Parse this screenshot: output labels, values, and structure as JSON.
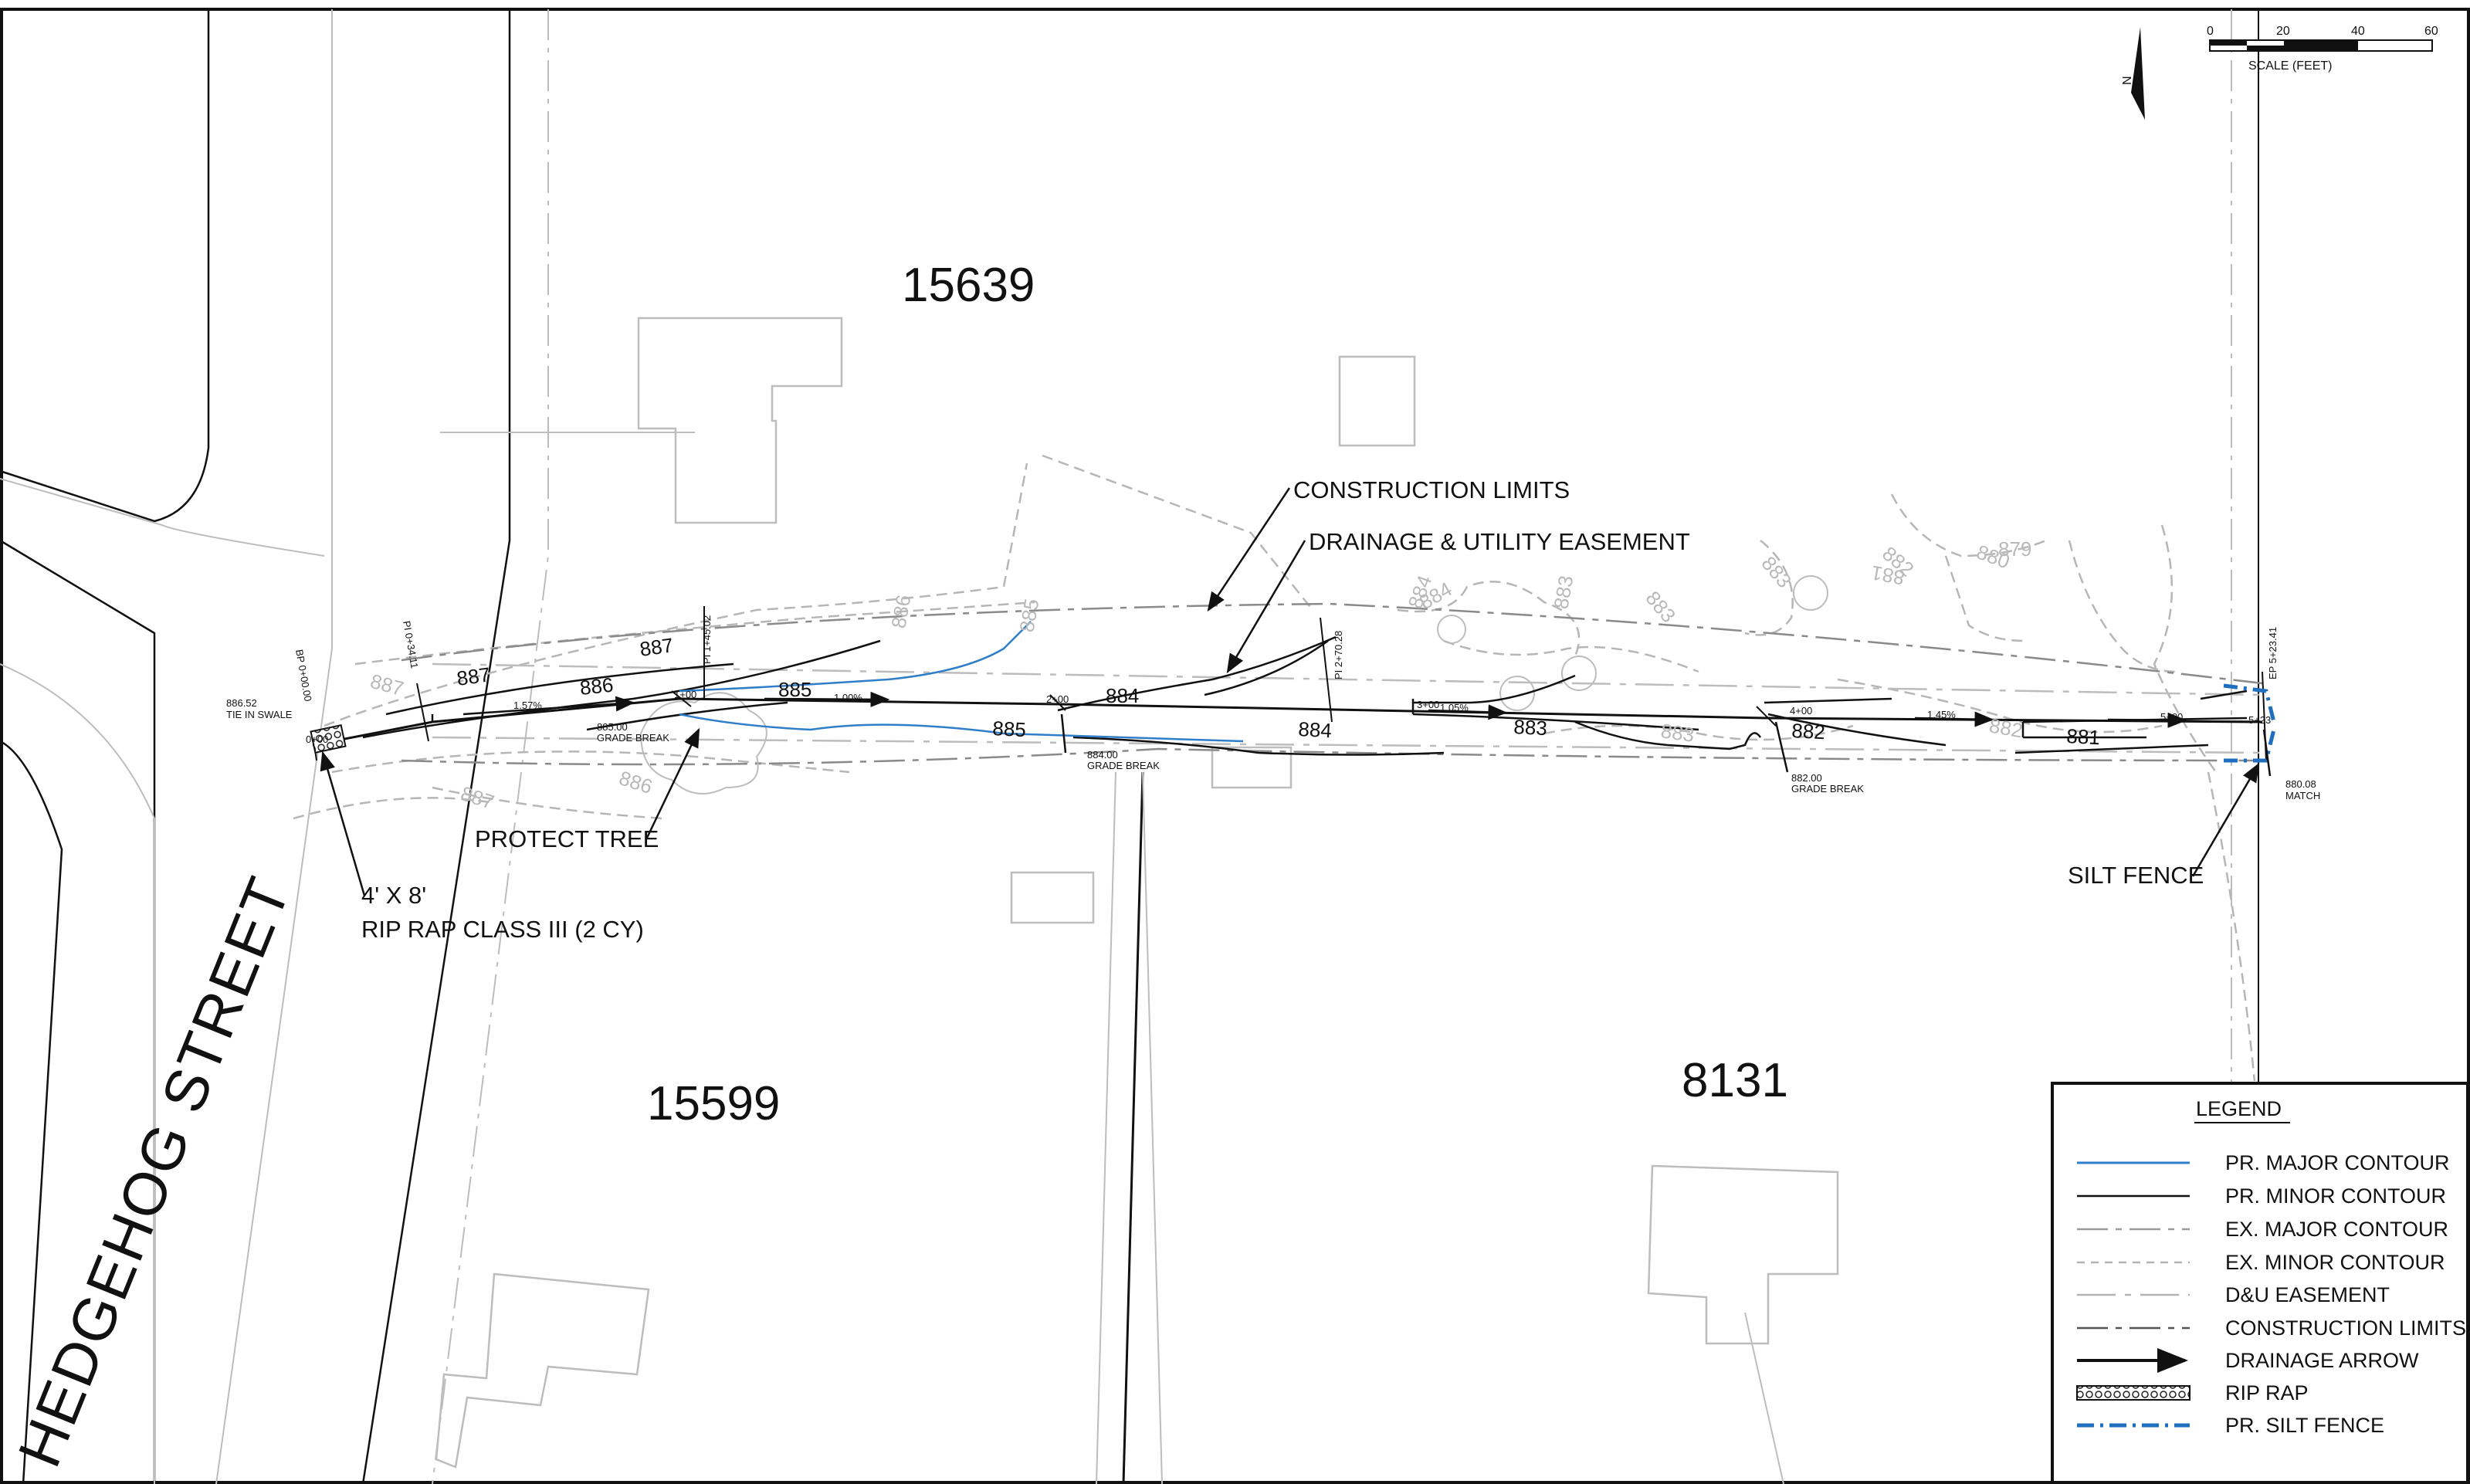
{
  "lots": {
    "north": "15639",
    "southwest": "15599",
    "southeast": "8131"
  },
  "street_name": "HEDGEHOG STREET",
  "callouts": {
    "construction_limits": "CONSTRUCTION LIMITS",
    "drainage_easement": "DRAINAGE & UTILITY EASEMENT",
    "protect_tree": "PROTECT TREE",
    "rip_rap_size": "4' X 8'",
    "rip_rap_class": "RIP RAP CLASS III (2 CY)",
    "silt_fence": "SILT FENCE"
  },
  "elevations": {
    "tie_in_value": "886.52",
    "tie_in_note": "TIE IN SWALE",
    "gb1_value": "885.00",
    "gb1_note": "GRADE BREAK",
    "gb2_value": "884.00",
    "gb2_note": "GRADE BREAK",
    "gb3_value": "882.00",
    "gb3_note": "GRADE BREAK",
    "match_value": "880.08",
    "match_note": "MATCH"
  },
  "stations": {
    "bp": "BP 0+00.00",
    "pi1": "PI 0+34.11",
    "pi2": "PI 1+45.02",
    "pi3": "PI 2+70.28",
    "ep": "EP 5+23.41",
    "s0": "0+00",
    "s1": "1+00",
    "s2": "2+00",
    "s3": "3+00",
    "s4": "4+00",
    "s5": "5+00",
    "s523": "5+23"
  },
  "slopes": {
    "a": "1.57%",
    "b": "1.00%",
    "c": "1.05%",
    "d": "1.45%"
  },
  "contours": {
    "pr": [
      "887",
      "887",
      "886",
      "885",
      "885",
      "884",
      "884",
      "883",
      "882",
      "881"
    ],
    "ex": [
      "887",
      "886",
      "885",
      "884",
      "883",
      "883",
      "883",
      "882",
      "881",
      "880",
      "879",
      "883",
      "886",
      "887",
      "884",
      "882"
    ]
  },
  "scale": {
    "label": "SCALE (FEET)",
    "ticks": [
      "0",
      "20",
      "40",
      "60"
    ]
  },
  "north_arrow_letter": "N",
  "legend": {
    "title": "LEGEND",
    "items": [
      {
        "label": "PR. MAJOR CONTOUR",
        "style": "pr-major"
      },
      {
        "label": "PR. MINOR CONTOUR",
        "style": "pr-minor"
      },
      {
        "label": "EX. MAJOR CONTOUR",
        "style": "ex-major"
      },
      {
        "label": "EX. MINOR CONTOUR",
        "style": "ex-minor"
      },
      {
        "label": "D&U EASEMENT",
        "style": "easement"
      },
      {
        "label": "CONSTRUCTION LIMITS",
        "style": "limits"
      },
      {
        "label": "DRAINAGE ARROW",
        "style": "arrow"
      },
      {
        "label": "RIP RAP",
        "style": "riprap"
      },
      {
        "label": "PR. SILT FENCE",
        "style": "silt"
      }
    ]
  },
  "colors": {
    "proposed_major": "#2f7ec9",
    "silt_fence": "#1f6fbf",
    "existing": "#b3b3b3",
    "linework": "#111111"
  }
}
